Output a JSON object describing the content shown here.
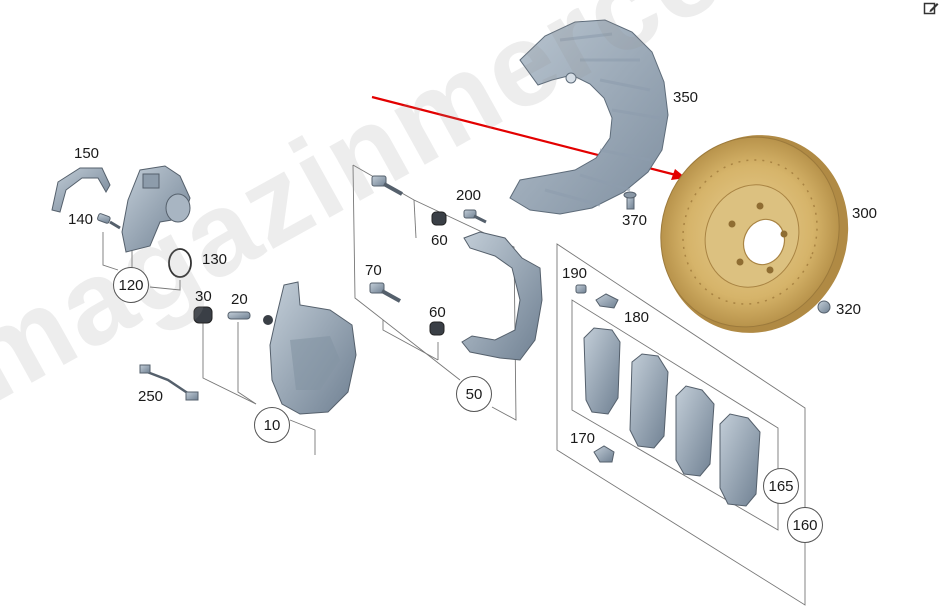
{
  "watermark": "magazinmercedes.ru",
  "icons": {
    "edit": "edit-icon"
  },
  "accent_color": "#e30000",
  "disc_color": "#d9b870",
  "part_color": "#9aaab8",
  "labels": {
    "p10": "10",
    "p20": "20",
    "p30": "30",
    "p50": "50",
    "p60a": "60",
    "p60b": "60",
    "p70": "70",
    "p120": "120",
    "p130": "130",
    "p140": "140",
    "p150": "150",
    "p160": "160",
    "p165": "165",
    "p170": "170",
    "p180": "180",
    "p190": "190",
    "p200": "200",
    "p250": "250",
    "p300": "300",
    "p320": "320",
    "p350": "350",
    "p370": "370"
  }
}
